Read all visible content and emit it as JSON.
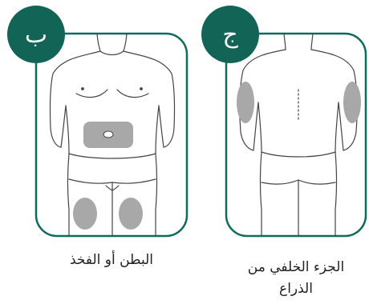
{
  "panels": [
    {
      "id": "front",
      "badge_letter": "ب",
      "caption": "البطن أو الفخذ"
    },
    {
      "id": "back",
      "badge_letter": "ج",
      "caption_lines": [
        "الجزء الخلفي من",
        "الذراع"
      ]
    }
  ],
  "colors": {
    "frame_teal": "#0f6b5e",
    "badge_teal": "#126456",
    "injection_zone_gray": "#a8a8a8",
    "body_outline": "#444444"
  }
}
